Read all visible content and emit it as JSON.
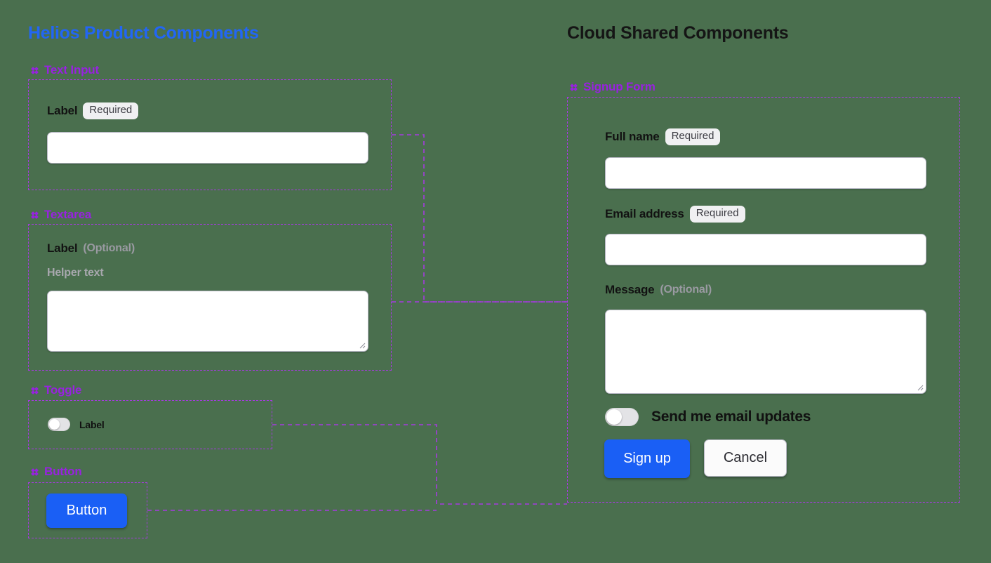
{
  "canvas": {
    "background": "#4a6f4e",
    "accent_purple": "#9822e0",
    "frame_dash": "#a63ae0",
    "primary_blue": "#1a5ff5",
    "title_blue": "#2266f5"
  },
  "left_panel": {
    "title": "Helios Product Components",
    "groups": [
      {
        "name": "text-input",
        "label": "Text Input",
        "field": {
          "label": "Label",
          "badge": "Required",
          "value": "",
          "placeholder": ""
        }
      },
      {
        "name": "textarea",
        "label": "Textarea",
        "field": {
          "label": "Label",
          "optional": "(Optional)",
          "helper": "Helper text",
          "value": "",
          "placeholder": ""
        }
      },
      {
        "name": "toggle",
        "label": "Toggle",
        "field": {
          "label": "Label",
          "checked": false
        }
      },
      {
        "name": "button",
        "label": "Button",
        "field": {
          "label": "Button"
        }
      }
    ]
  },
  "right_panel": {
    "title": "Cloud Shared Components",
    "group": {
      "name": "signup-form",
      "label": "Signup Form",
      "fields": [
        {
          "name": "full-name",
          "label": "Full name",
          "badge": "Required",
          "value": "",
          "placeholder": ""
        },
        {
          "name": "email-address",
          "label": "Email address",
          "badge": "Required",
          "value": "",
          "placeholder": ""
        },
        {
          "name": "message",
          "label": "Message",
          "optional": "(Optional)",
          "value": "",
          "placeholder": ""
        }
      ],
      "toggle": {
        "label": "Send me email updates",
        "checked": false
      },
      "actions": {
        "primary": "Sign up",
        "secondary": "Cancel"
      }
    }
  }
}
